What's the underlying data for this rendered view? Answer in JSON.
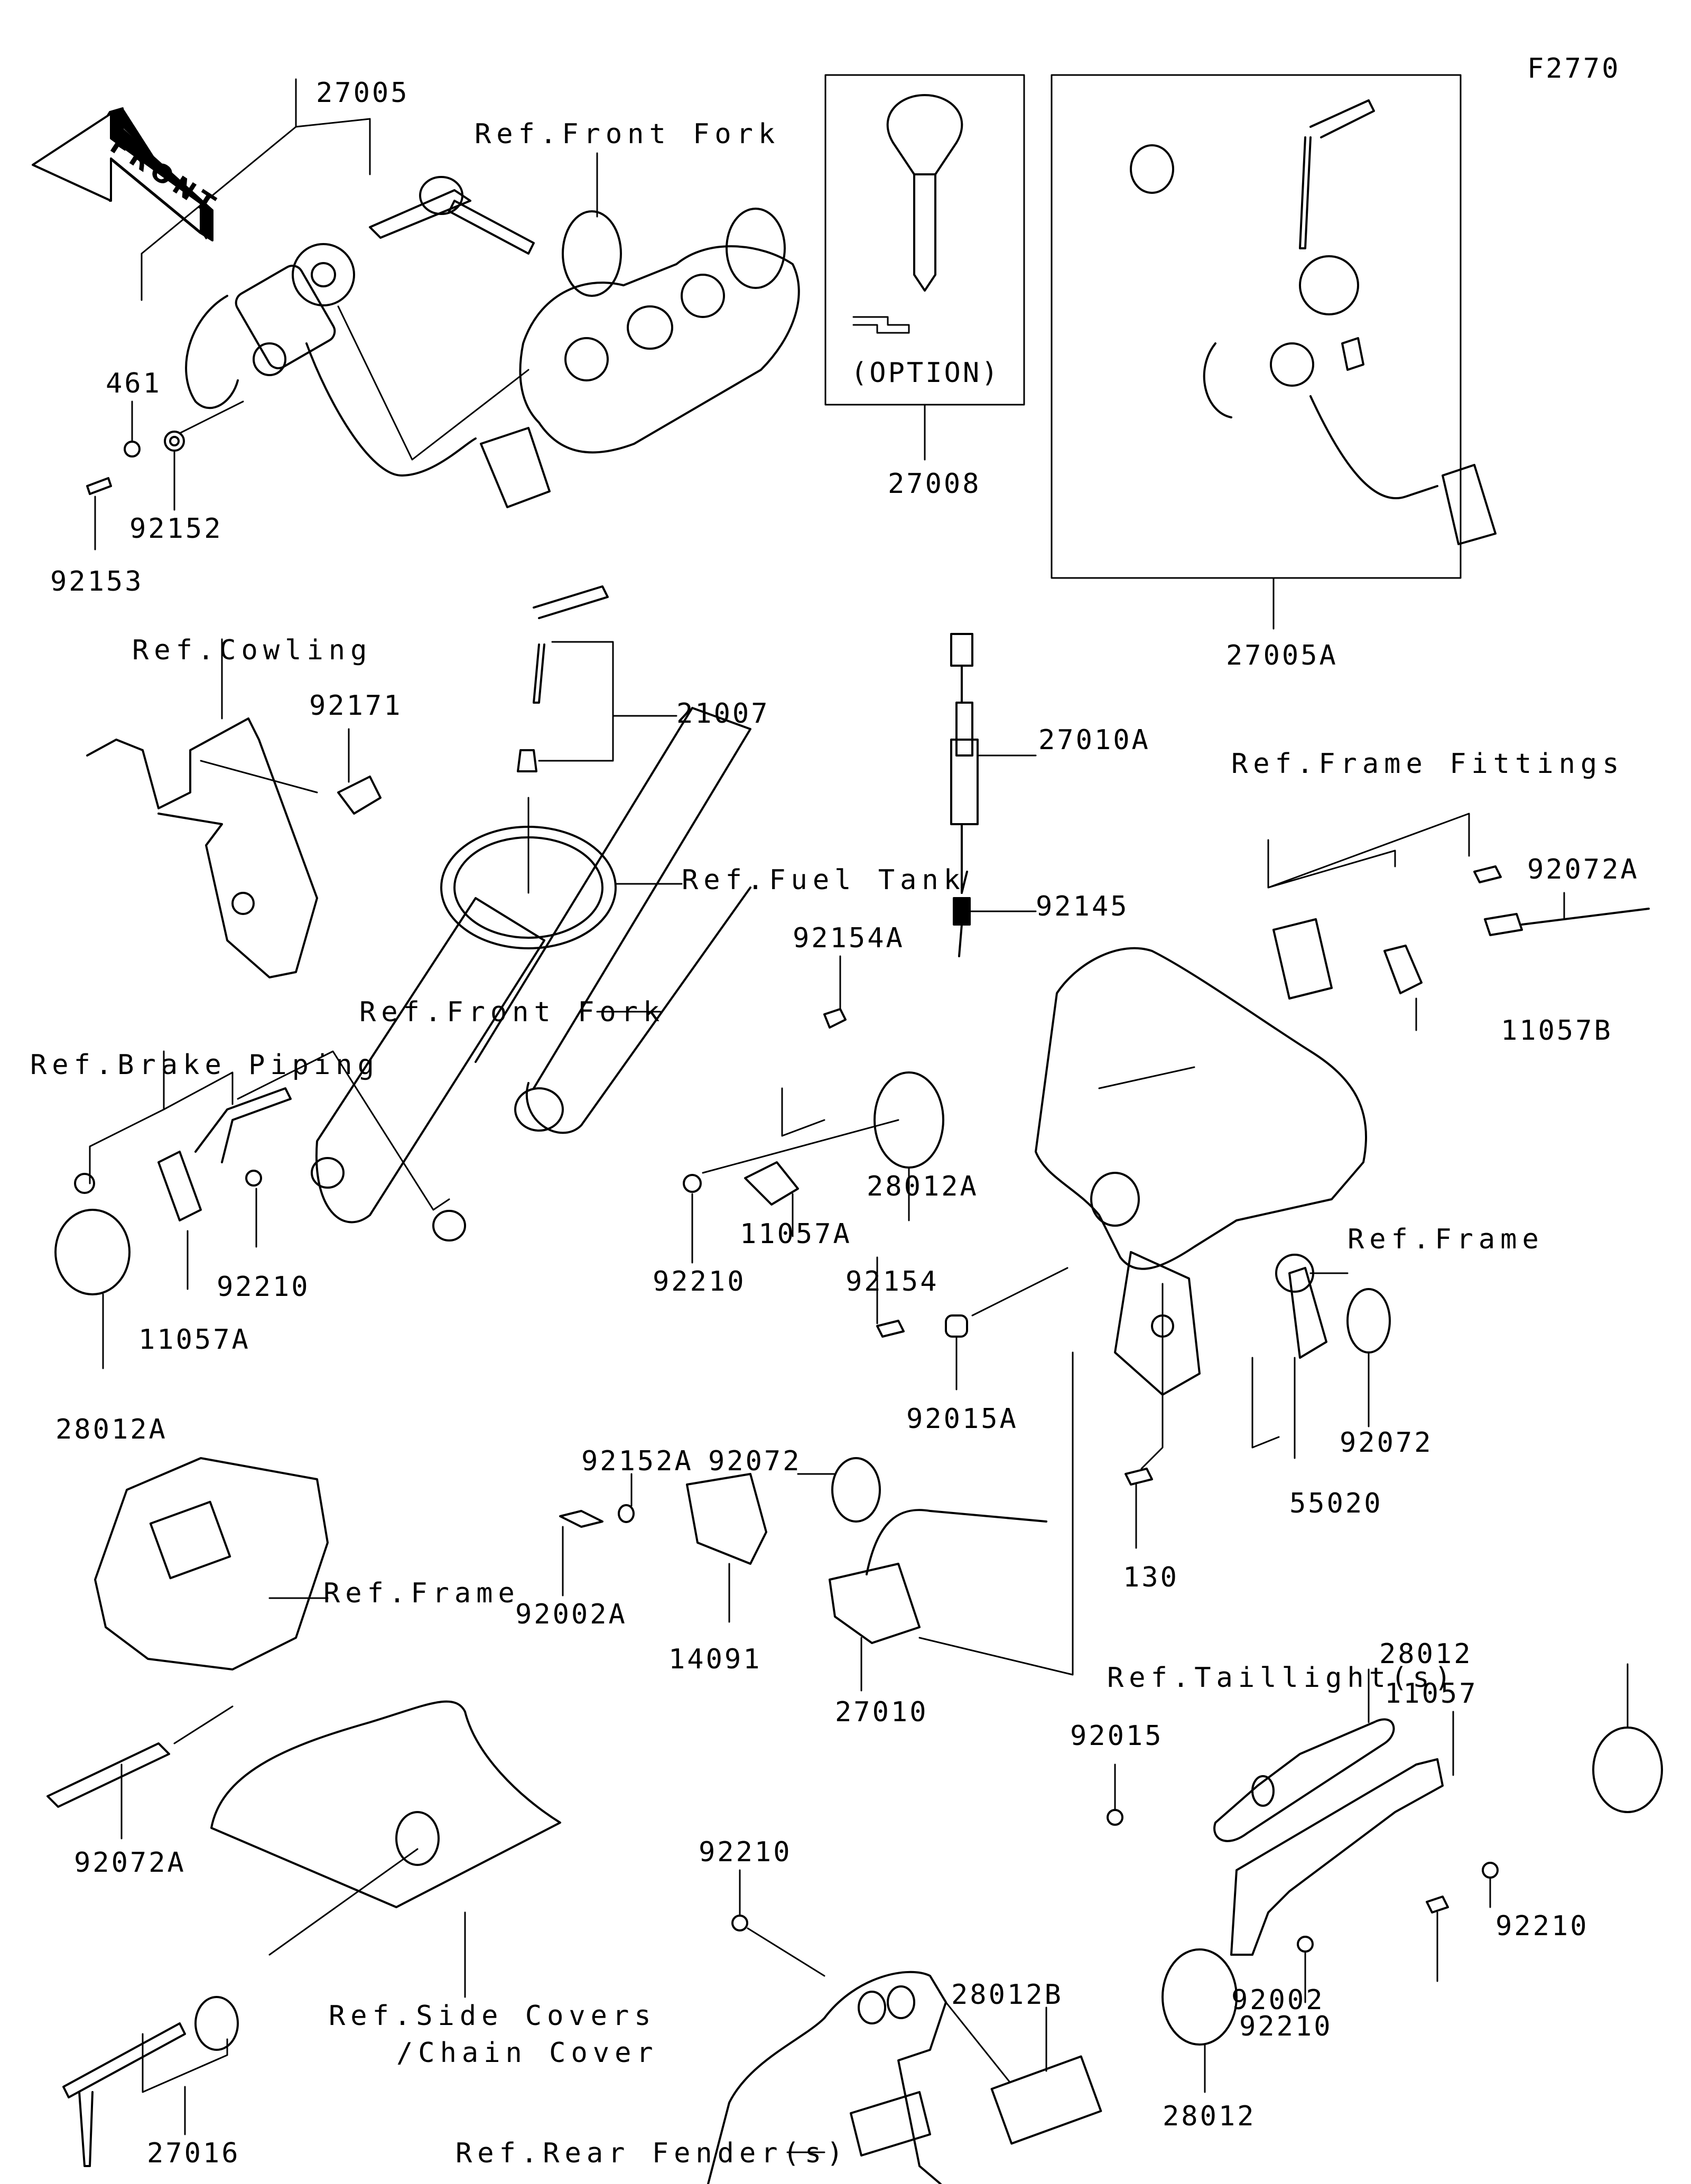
{
  "figure_code": "F2770",
  "direction_badge": "FRONT",
  "option_box": {
    "label": "(OPTION)",
    "part": "27008"
  },
  "kit_box": {
    "part": "27005A"
  },
  "parts": {
    "p27005": "27005",
    "p461": "461",
    "p92152": "92152",
    "p92153": "92153",
    "p92171": "92171",
    "p21007": "21007",
    "p27010A": "27010A",
    "p92145": "92145",
    "p92072A_top": "92072A",
    "p11057B": "11057B",
    "p92154A": "92154A",
    "p28012A_mid": "28012A",
    "p11057A_mid": "11057A",
    "p92210_mid": "92210",
    "p92210_left": "92210",
    "p11057A_left": "11057A",
    "p28012A_left": "28012A",
    "p92154": "92154",
    "p92015A": "92015A",
    "p55020": "55020",
    "p92072_right": "92072",
    "p130": "130",
    "p92072_mid": "92072",
    "p92152A": "92152A",
    "p92002A": "92002A",
    "p14091": "14091",
    "p27010": "27010",
    "p92072A_bottom": "92072A",
    "p27016": "27016",
    "p92210_fender": "92210",
    "p28012B": "28012B",
    "p92015": "92015",
    "p11057": "11057",
    "p28012_top": "28012",
    "p92210_r1": "92210",
    "p92002": "92002",
    "p92210_r2": "92210",
    "p28012_bottom": "28012"
  },
  "references": {
    "front_fork_top": "Ref.Front Fork",
    "cowling": "Ref.Cowling",
    "fuel_tank": "Ref.Fuel Tank",
    "front_fork_mid": "Ref.Front Fork",
    "brake_piping": "Ref.Brake Piping",
    "frame_fittings": "Ref.Frame Fittings",
    "frame_right": "Ref.Frame",
    "frame_left": "Ref.Frame",
    "taillights": "Ref.Taillight(s)",
    "side_covers_line1": "Ref.Side Covers",
    "side_covers_line2": "/Chain Cover",
    "rear_fenders": "Ref.Rear Fender(s)"
  }
}
